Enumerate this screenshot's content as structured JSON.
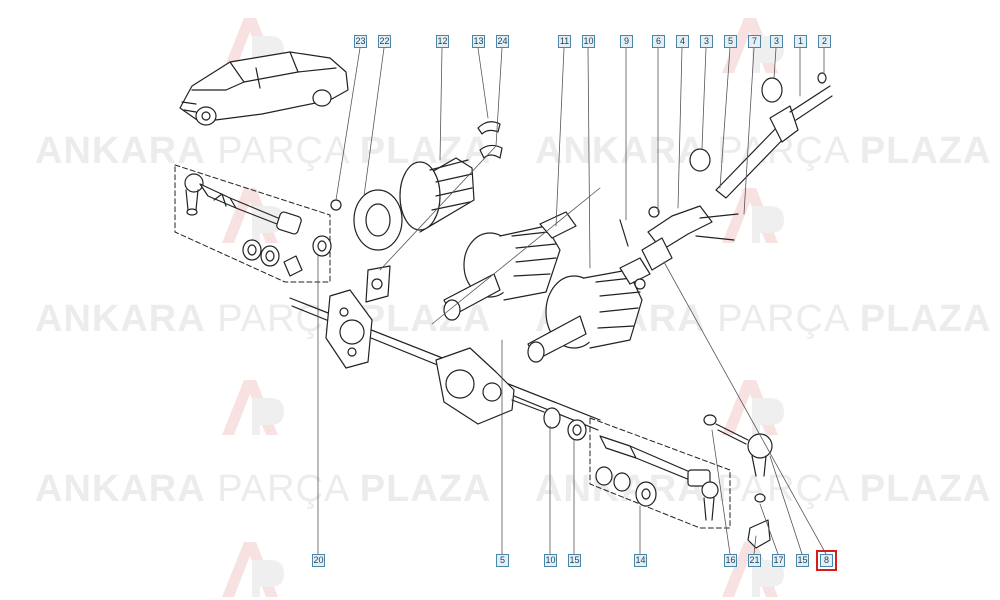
{
  "watermark": {
    "brand_bold_1": "ANKARA",
    "brand_light": "PARÇA",
    "brand_bold_2": "PLAZA",
    "logo_icon": "ankara-parca-plaza-logo-icon",
    "color": "#e9e9e9"
  },
  "diagram": {
    "subject": "steering rack and tie rod assembly exploded view",
    "vehicle_icon": "sedan-car-icon",
    "highlighted_callout": "8",
    "highlight_color": "#d61d1d",
    "callout_color": "#4a86a8",
    "callouts": {
      "c1": "1",
      "c2": "2",
      "c3a": "3",
      "c3b": "3",
      "c4": "4",
      "c5a": "5",
      "c5b": "5",
      "c6": "6",
      "c7": "7",
      "c8": "8",
      "c9": "9",
      "c10a": "10",
      "c10b": "10",
      "c11": "11",
      "c12": "12",
      "c13": "13",
      "c14": "14",
      "c15a": "15",
      "c15b": "15",
      "c16": "16",
      "c17": "17",
      "c20": "20",
      "c21": "21",
      "c22": "22",
      "c23": "23",
      "c24": "24"
    }
  }
}
